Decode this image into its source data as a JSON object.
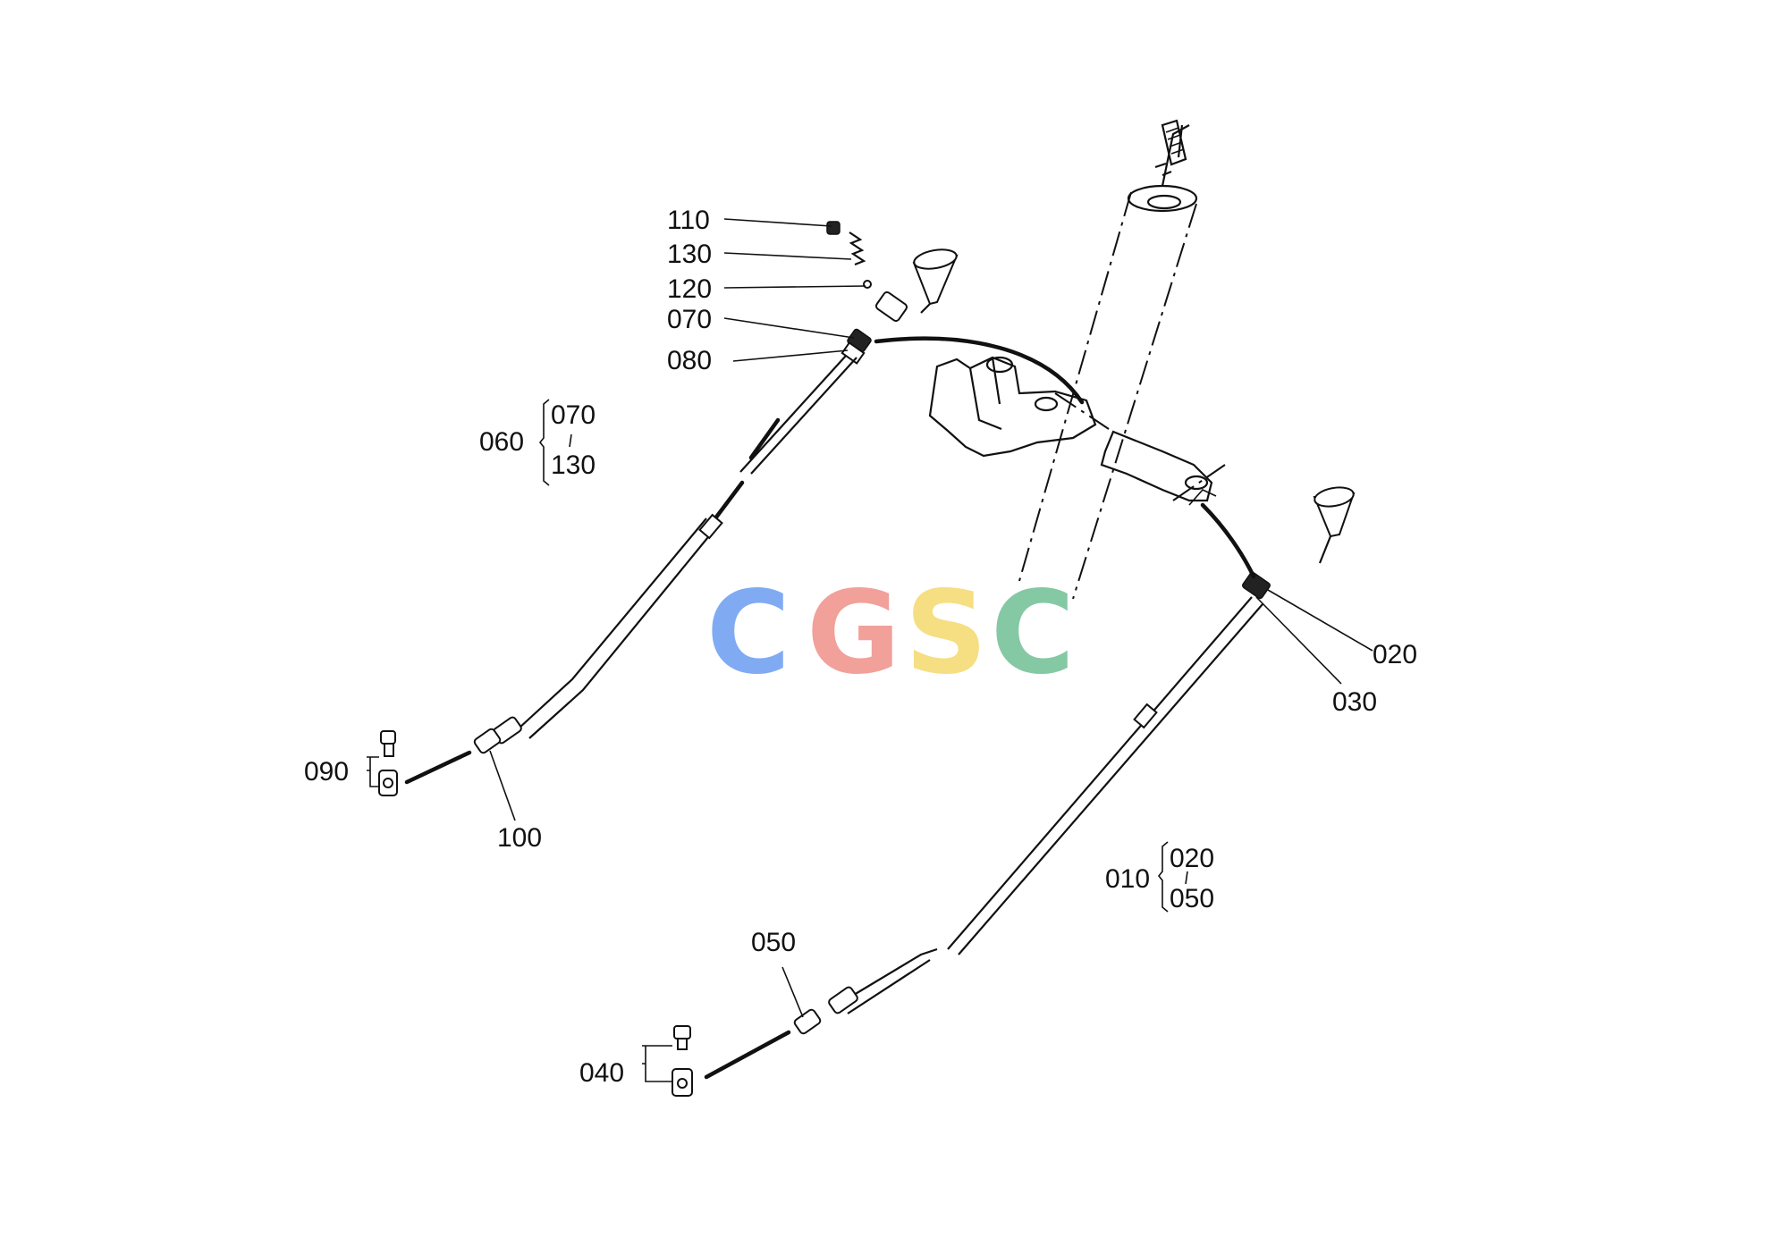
{
  "watermark": {
    "letters": [
      {
        "char": "C",
        "color": "#7aa7f3"
      },
      {
        "char": "G",
        "color": "#f29b95"
      },
      {
        "char": "S",
        "color": "#f6dd7c"
      },
      {
        "char": "C",
        "color": "#7fc6a0"
      }
    ]
  },
  "callouts": {
    "c110": "110",
    "c130": "130",
    "c120": "120",
    "c070": "070",
    "c080": "080",
    "c090": "090",
    "c100": "100",
    "c020": "020",
    "c030": "030",
    "c050": "050",
    "c040": "040"
  },
  "groups": {
    "g060": {
      "label": "060",
      "from": "070",
      "to": "130"
    },
    "g010": {
      "label": "010",
      "from": "020",
      "to": "050"
    }
  }
}
